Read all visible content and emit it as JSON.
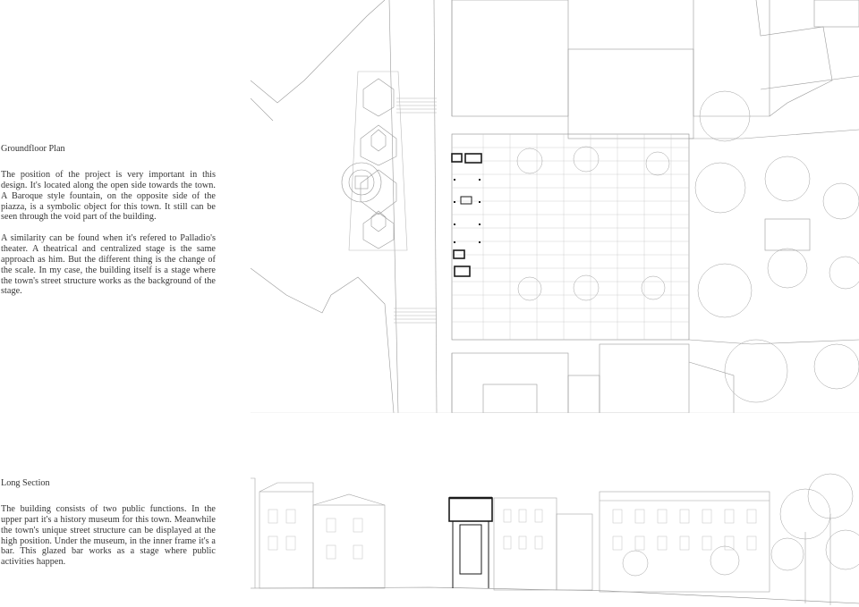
{
  "plan": {
    "title": "Groundfloor Plan",
    "paragraphs": [
      "The position of the project is very important in this design. It's located along the open side towards the town. A Baroque style fountain, on the opposite side of the piazza, is a symbolic object for this town. It still can be seen through the void part of the building.",
      "A similarity can be found when it's refered to Palladio's theater. A theatrical  and centralized stage is the same approach as him. But the different thing is the change of the scale. In my case, the building itself is a stage where the town's street structure works as the background of the stage."
    ]
  },
  "section": {
    "title": "Long Section",
    "paragraphs": [
      "The building consists of two public functions. In the upper part it's a history museum for this town. Meanwhile the town's unique street structure can be displayed at the high position. Under the museum, in the inner frame it's a bar. This glazed bar works as a stage where public activities happen."
    ]
  },
  "colors": {
    "line": "#9a9a9a",
    "ink": "#1a1a1a",
    "text": "#333333"
  }
}
